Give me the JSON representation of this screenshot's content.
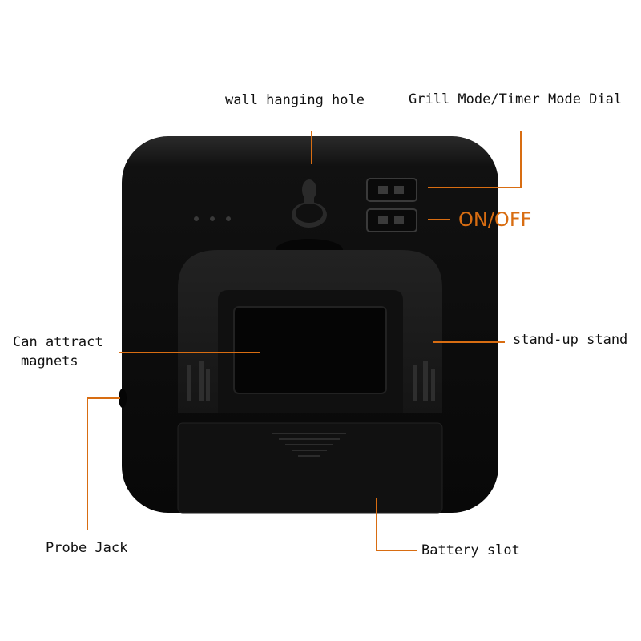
{
  "colors": {
    "accent": "#d86d12",
    "body": "#0c0c0c",
    "stand": "#1c1c1c",
    "magnet_plate": "#070707"
  },
  "labels": {
    "wall_hanging_hole": "wall hanging hole",
    "mode_dial": "Grill Mode/Timer Mode Dial",
    "on_off": "ON/OFF",
    "magnets_line1": "Can attract",
    "magnets_line2": "magnets",
    "stand": "stand-up stand",
    "probe_jack": "Probe Jack",
    "battery_slot": "Battery slot"
  }
}
